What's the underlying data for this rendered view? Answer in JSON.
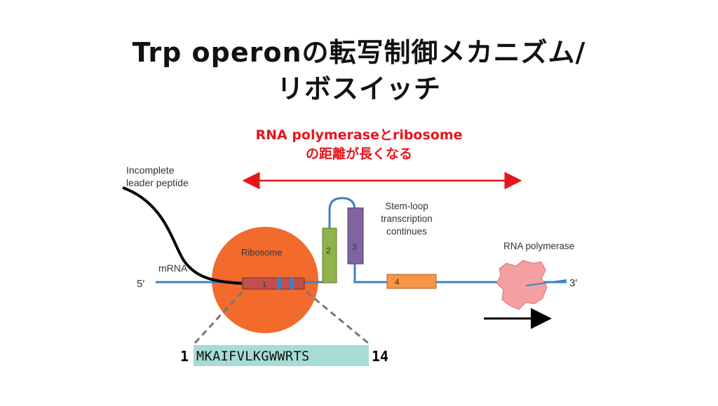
{
  "title": {
    "line1": "Trp operonの転写制御メカニズム/",
    "line2": "リボスイッチ"
  },
  "annotation": {
    "line1": "RNA polymeraseとribosome",
    "line2": "の距離が長くなる"
  },
  "labels": {
    "incomplete_line1": "Incomplete",
    "incomplete_line2": "leader peptide",
    "mrna": "mRNA",
    "five_prime": "5′",
    "three_prime": "3′",
    "ribosome": "Ribosome",
    "stemloop_line1": "Stem-loop",
    "stemloop_line2": "transcription",
    "stemloop_line3": "continues",
    "rna_polymerase": "RNA polymerase"
  },
  "regions": {
    "r1": "1",
    "r2": "2",
    "r3": "3",
    "r4": "4"
  },
  "sequence": {
    "start": "1",
    "residues": "MKAIFVLKGWWRTS",
    "end": "14"
  },
  "colors": {
    "title_text": "#111111",
    "annotation_red": "#e8141b",
    "mrna_line": "#3b82c4",
    "ribosome": "#f26a2c",
    "region1": "#c0504d",
    "region2": "#8fb34a",
    "region3": "#8064a2",
    "region4": "#f79646",
    "polymerase": "#f4a0a0",
    "sequence_highlight": "#a7dcd6"
  }
}
